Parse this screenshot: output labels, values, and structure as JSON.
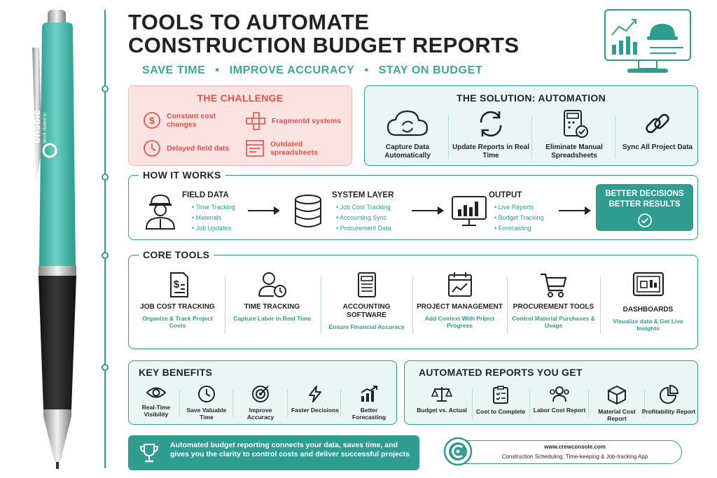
{
  "title": {
    "line1": "TOOLS TO AUTOMATE",
    "line2": "CONSTRUCTION BUDGET REPORTS"
  },
  "tagline": {
    "a": "SAVE TIME",
    "b": "IMPROVE ACCURACY",
    "c": "STAY ON BUDGET",
    "sep": "•"
  },
  "pen": {
    "brand": "onsole",
    "slogan": "Work dialed in."
  },
  "challenge": {
    "title": "THE CHALLENGE",
    "items": [
      "Constant cost changes",
      "Fragmentd systems",
      "Delayed field dats",
      "Outdated spreadsheets"
    ]
  },
  "solution": {
    "title": "THE SOLUTION: AUTOMATION",
    "items": [
      "Capture Data Automatically",
      "Update Reports in Real Time",
      "Eliminate Manual Spreadsheets",
      "Sync All Project Data"
    ]
  },
  "how": {
    "title": "HOW IT WORKS",
    "field": {
      "title": "FIELD DATA",
      "items": [
        "Time Tracking",
        "Materials",
        "Job Updates"
      ]
    },
    "system": {
      "title": "SYSTEM LAYER",
      "items": [
        "Job Cost Tracking",
        "Accounting Sync",
        "Procurement Data"
      ]
    },
    "output": {
      "title": "OUTPUT",
      "items": [
        "Live Reports",
        "Budget Tracking",
        "Forecasting"
      ]
    },
    "result": {
      "line1": "BETTER DECISIONS",
      "line2": "BETTER RESULTS"
    }
  },
  "core": {
    "title": "CORE TOOLS",
    "items": [
      {
        "h": "JOB COST TRACKING",
        "s": "Organize & Track Project Costs"
      },
      {
        "h": "TIME TRACKING",
        "s": "Capture Labor in Real Time"
      },
      {
        "h": "ACCOUNTING SOFTWARE",
        "s": "Ensure Financial Accuracy"
      },
      {
        "h": "PROJECT MANAGEMENT",
        "s": "Add Context With Priject Progress"
      },
      {
        "h": "PROCUREMENT TOOLS",
        "s": "Control Material Purchases & Usage"
      },
      {
        "h": "DASHBOARDS",
        "s": "Visualize data & Get Live Insights"
      }
    ]
  },
  "benefits": {
    "title": "KEY BENEFITS",
    "items": [
      "Real-Time Visibility",
      "Save Valuable Time",
      "Improve Accuracy",
      "Faster Decisions",
      "Better Forecasting"
    ]
  },
  "reports": {
    "title": "AUTOMATED REPORTS YOU GET",
    "items": [
      "Budget vs. Actual",
      "Cost to Complete",
      "Labor Cost Report",
      "Material Cost Report",
      "Profitability Report"
    ]
  },
  "footer": {
    "text": "Automated budget reporting connects your data, saves time, and gives you the clarity to control costs and deliver successful projects",
    "url": "www.crewconsole.com",
    "desc": "Construction Scheduling, Time-keeping & Job-tracking App"
  },
  "colors": {
    "teal": "#2f9e90",
    "red": "#e0544b",
    "pink": "#fbe3e1",
    "mint": "#e9f6f3",
    "dark": "#1f2326"
  }
}
